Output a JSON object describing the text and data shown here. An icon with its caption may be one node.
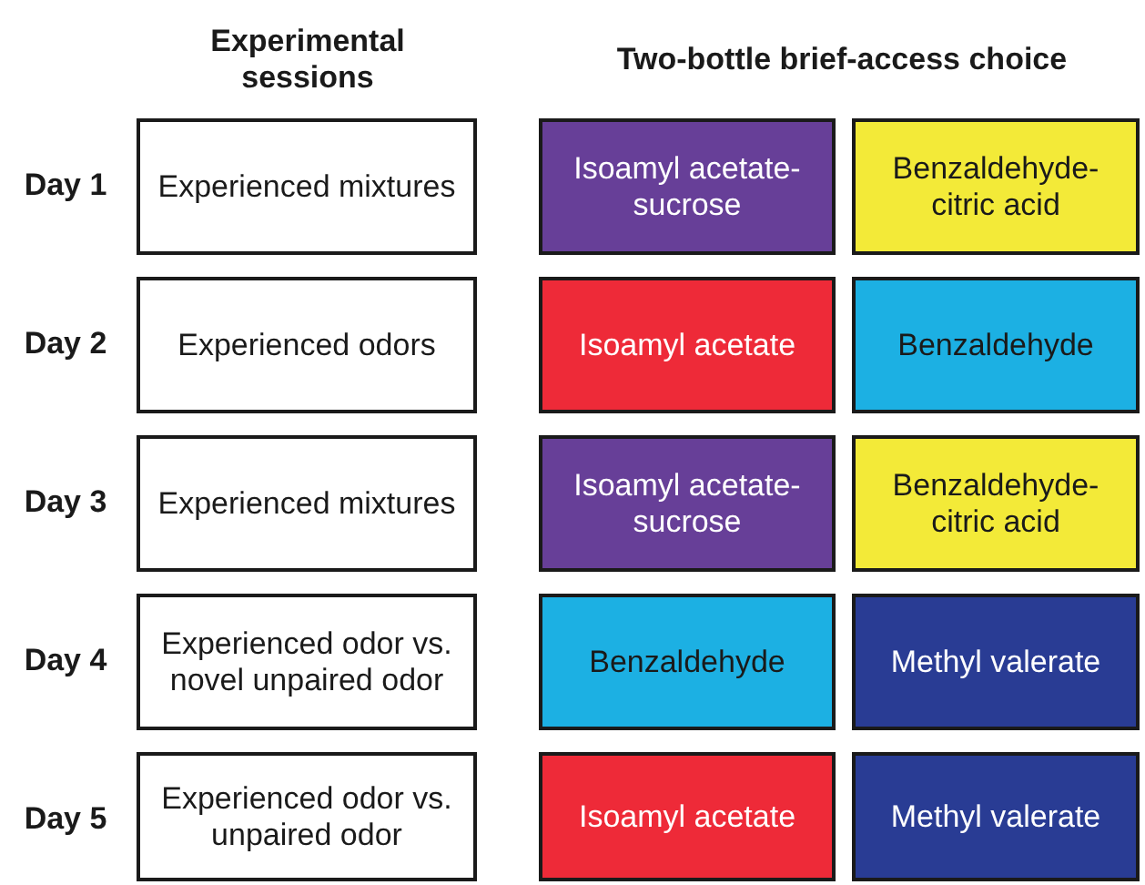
{
  "diagram": {
    "nodes": [
      {
        "text": [
          "Experienced mixtures"
        ]
      },
      {
        "text": [
          "Isoamyl acetate-sucrose"
        ]
      },
      {
        "text": [
          "Benzaldehyde-citric acid"
        ]
      },
      {
        "text": [
          "Experienced odors"
        ]
      },
      {
        "text": [
          "Isoamyl acetate"
        ]
      },
      {
        "text": [
          "Benzaldehyde"
        ]
      },
      {
        "text": [
          "Experienced mixtures"
        ]
      },
      {
        "text": [
          "Isoamyl acetate-sucrose"
        ]
      },
      {
        "text": [
          "Benzaldehyde-citric acid"
        ]
      },
      {
        "text": [
          "Experienced odor vs. novel unpaired odor"
        ]
      },
      {
        "text": [
          "Benzaldehyde"
        ]
      },
      {
        "text": [
          "Methyl valerate"
        ]
      },
      {
        "text": [
          "Experienced odor vs. unpaired odor"
        ]
      },
      {
        "text": [
          "Isoamyl acetate"
        ]
      },
      {
        "text": [
          "Methyl valerate"
        ]
      }
    ],
    "labels": [
      "Experimental sessions",
      "Two-bottle brief-access choice",
      "Day 1",
      "Day 2",
      "Day 3",
      "Day 4",
      "Day 5"
    ]
  }
}
